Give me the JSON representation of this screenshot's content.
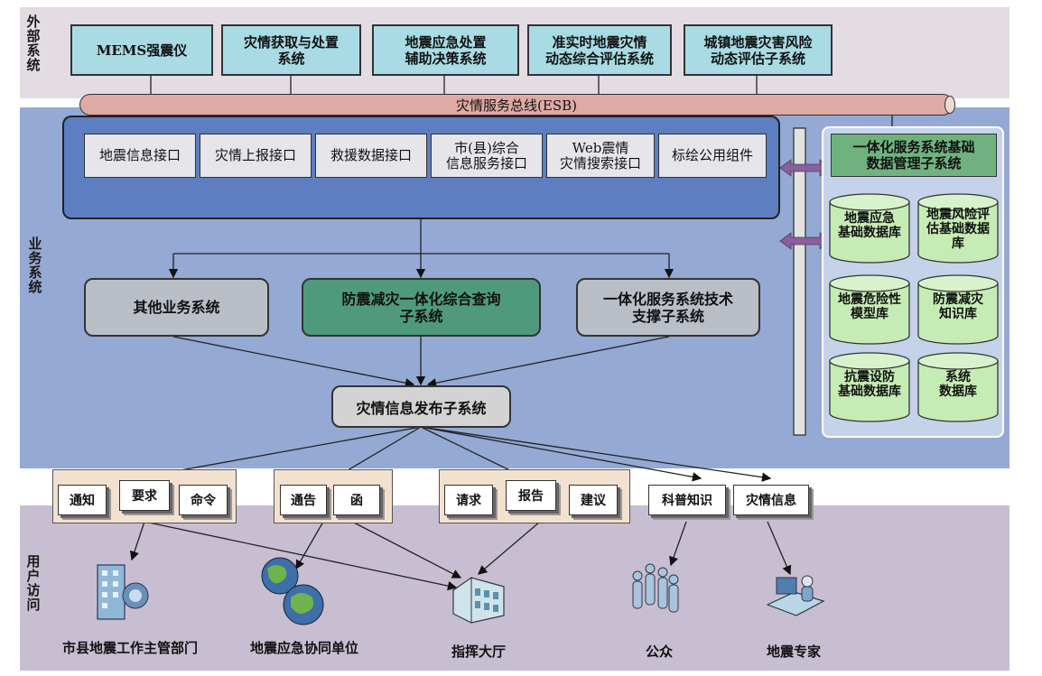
{
  "bands": {
    "external_label": "外部系统",
    "business_label": "业务系统",
    "user_label": "用户访问"
  },
  "external_systems": [
    "MEMS强震仪",
    "灾情获取与处置\n系统",
    "地震应急处置\n辅助决策系统",
    "准实时地震灾情\n动态综合评估系统",
    "城镇地震灾害风险\n动态评估子系统"
  ],
  "esb_label": "灾情服务总线(ESB)",
  "interfaces": [
    "地震信息接口",
    "灾情上报接口",
    "救援数据接口",
    "市(县)综合\n信息服务接口",
    "Web震情\n灾情搜索接口",
    "标绘公用组件"
  ],
  "subsystems": {
    "other": "其他业务系统",
    "query": "防震减灾一体化综合查询\n子系统",
    "tech": "一体化服务系统技术\n支撑子系统",
    "release": "灾情信息发布子系统"
  },
  "data_management": {
    "title": "一体化服务系统基础\n数据管理子系统",
    "databases": [
      "地震应急\n基础数据库",
      "地震风险评\n估基础数据\n库",
      "地震危险性\n模型库",
      "防震减灾\n知识库",
      "抗震设防\n基础数据库",
      "系统\n数据库"
    ]
  },
  "documents": {
    "group1": [
      "通知",
      "要求",
      "命令"
    ],
    "group2": [
      "通告",
      "函"
    ],
    "group3": [
      "请求",
      "报告",
      "建议"
    ],
    "group4": [
      "科普知识",
      "灾情信息"
    ]
  },
  "users": [
    "市县地震工作主管部门",
    "地震应急协同单位",
    "指挥大厅",
    "公众",
    "地震专家"
  ],
  "icons": [
    "building-icon",
    "globe-icon",
    "hall-icon",
    "people-icon",
    "expert-icon"
  ],
  "colors": {
    "external_band": "#e3dde3",
    "business_band": "#94a9d4",
    "user_band": "#c8bed2",
    "external_box": "#a9dbe4",
    "esb": "#dfa9a4",
    "api_panel": "#5d7ec0",
    "green_box": "#4f9a7d",
    "gray_box": "#b9bec7",
    "db": "#c5ecb4"
  }
}
